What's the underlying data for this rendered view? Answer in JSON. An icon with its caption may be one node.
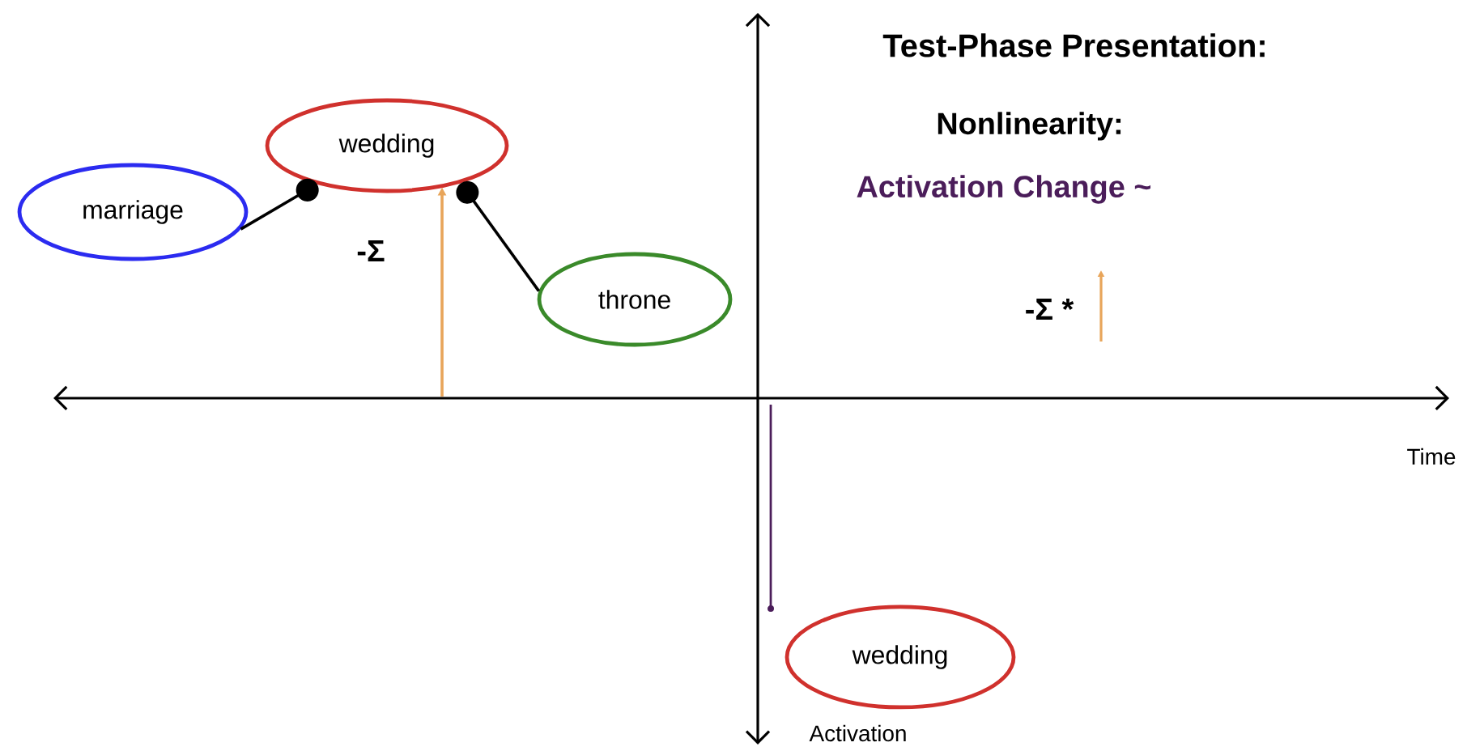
{
  "diagram": {
    "title": "Test-Phase Presentation:",
    "nodes": [
      {
        "text": [
          "wedding"
        ]
      },
      {
        "text": [
          "marriage"
        ]
      },
      {
        "text": [
          "throne"
        ]
      },
      {
        "text": [
          "wedding"
        ]
      }
    ],
    "edges": [
      {
        "from": 1,
        "to": 0,
        "arrow": "other"
      },
      {
        "from": 2,
        "to": 0,
        "arrow": "other"
      },
      {
        "from": null,
        "to": 0,
        "arrow": "to",
        "color": "#e8a55a"
      }
    ],
    "labels": [
      "Nonlinearity:",
      "Activation Change ~",
      "-Σ",
      "-Σ *",
      "Time",
      "Activation"
    ]
  }
}
